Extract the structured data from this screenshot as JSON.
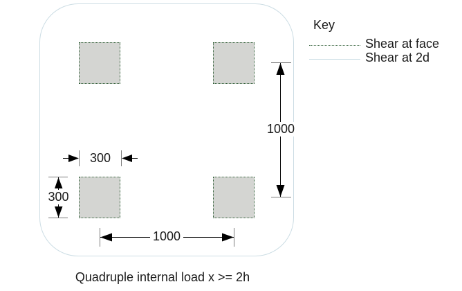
{
  "caption": "Quadruple internal load x >= 2h",
  "key": {
    "title": "Key",
    "items": [
      {
        "label": "Shear at face",
        "line_style": "dotted",
        "color": "#33613a"
      },
      {
        "label": "Shear at 2d",
        "line_style": "solid",
        "color": "#c6dae2"
      }
    ]
  },
  "dimensions": {
    "vertical_right": "1000",
    "horizontal_bottom": "1000",
    "load_width": "300",
    "load_height": "300"
  },
  "figure": {
    "load_count": 4,
    "load_fill": "#d4d5d2",
    "load_border": "#33613a",
    "perimeter_2d_border": "#ccdde4",
    "dimension_line_color": "#000000",
    "dimension_tick_color": "#7a7a7a"
  }
}
